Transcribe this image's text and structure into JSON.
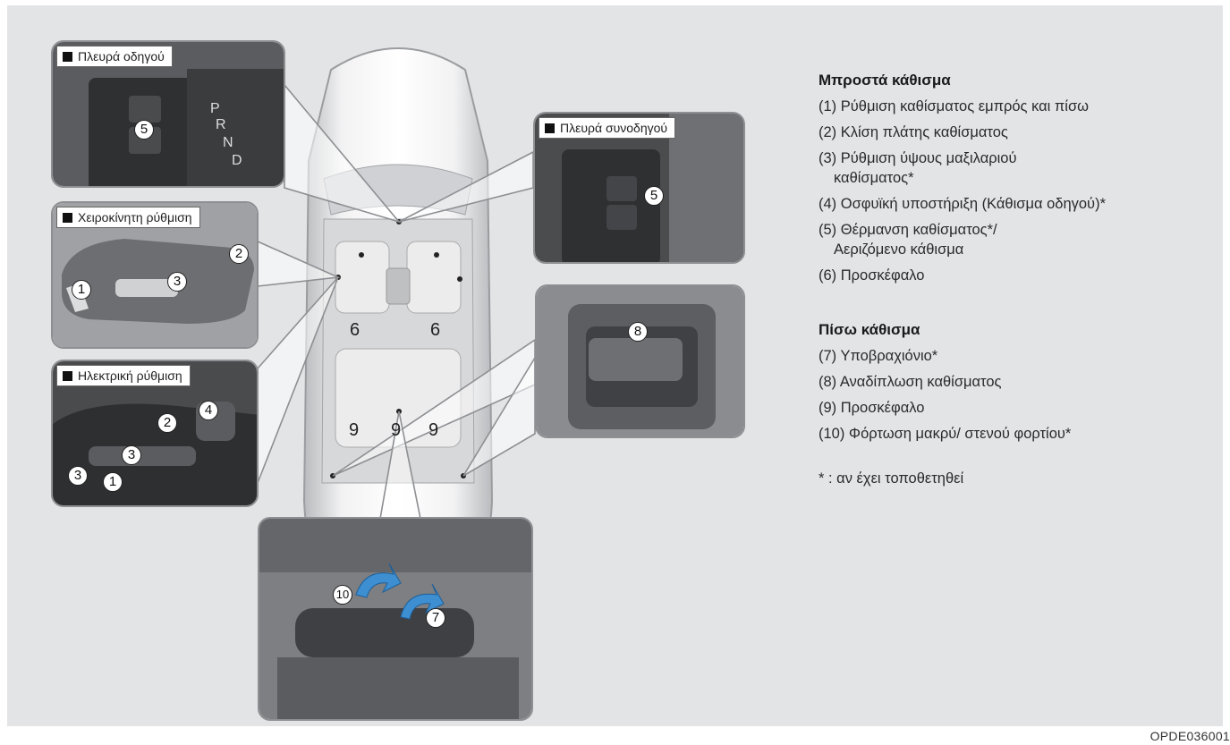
{
  "panels": {
    "driver_side": "Πλευρά οδηγού",
    "passenger_side": "Πλευρά συνοδηγού",
    "manual_adjust": "Χειροκίνητη ρύθμιση",
    "electric_adjust": "Ηλεκτρική ρύθμιση"
  },
  "markers": {
    "n1": "1",
    "n2": "2",
    "n3": "3",
    "n4": "4",
    "n5": "5",
    "n6": "6",
    "n7": "7",
    "n8": "8",
    "n9": "9",
    "n10": "10"
  },
  "shifter": [
    "P",
    "R",
    "N",
    "D"
  ],
  "front": {
    "heading": "Μπροστά κάθισμα",
    "items": [
      {
        "line1": "(1) Ρύθμιση καθίσματος εμπρός και πίσω",
        "line2": ""
      },
      {
        "line1": "(2) Κλίση πλάτης καθίσματος",
        "line2": ""
      },
      {
        "line1": "(3) Ρύθμιση ύψους μαξιλαριού",
        "line2": "καθίσματος*"
      },
      {
        "line1": "(4) Οσφυϊκή υποστήριξη (Κάθισμα οδηγού)*",
        "line2": ""
      },
      {
        "line1": "(5) Θέρμανση καθίσματος*/",
        "line2": "Αεριζόμενο κάθισμα"
      },
      {
        "line1": "(6) Προσκέφαλο",
        "line2": ""
      }
    ]
  },
  "rear": {
    "heading": "Πίσω κάθισμα",
    "items": [
      {
        "line1": "(7) Υποβραχιόνιο*"
      },
      {
        "line1": "(8) Αναδίπλωση καθίσματος"
      },
      {
        "line1": "(9) Προσκέφαλο"
      },
      {
        "line1": "(10) Φόρτωση μακρύ/ στενού φορτίου*"
      }
    ]
  },
  "note": "* : αν έχει τοποθετηθεί",
  "figure_code": "OPDE036001",
  "colors": {
    "background": "#e3e4e6",
    "frame": "#8d8f92",
    "arrow": "#3d8fd1"
  }
}
